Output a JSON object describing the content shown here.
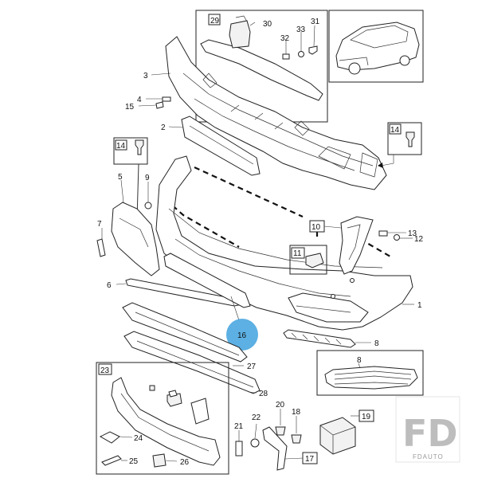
{
  "diagram": {
    "part_numbers": [
      "1",
      "2",
      "3",
      "4",
      "5",
      "6",
      "7",
      "8",
      "9",
      "10",
      "11",
      "12",
      "13",
      "14",
      "15",
      "16",
      "17",
      "18",
      "19",
      "20",
      "21",
      "22",
      "23",
      "24",
      "25",
      "26",
      "27",
      "28",
      "29",
      "30",
      "31",
      "32",
      "33"
    ],
    "boxed_numbers": [
      "29",
      "14",
      "10",
      "11",
      "23",
      "19",
      "17"
    ],
    "highlight": {
      "label": "16",
      "color": "#4aa7e0"
    },
    "watermark": {
      "logo_text": "FD",
      "caption": "FDAUTO"
    }
  }
}
